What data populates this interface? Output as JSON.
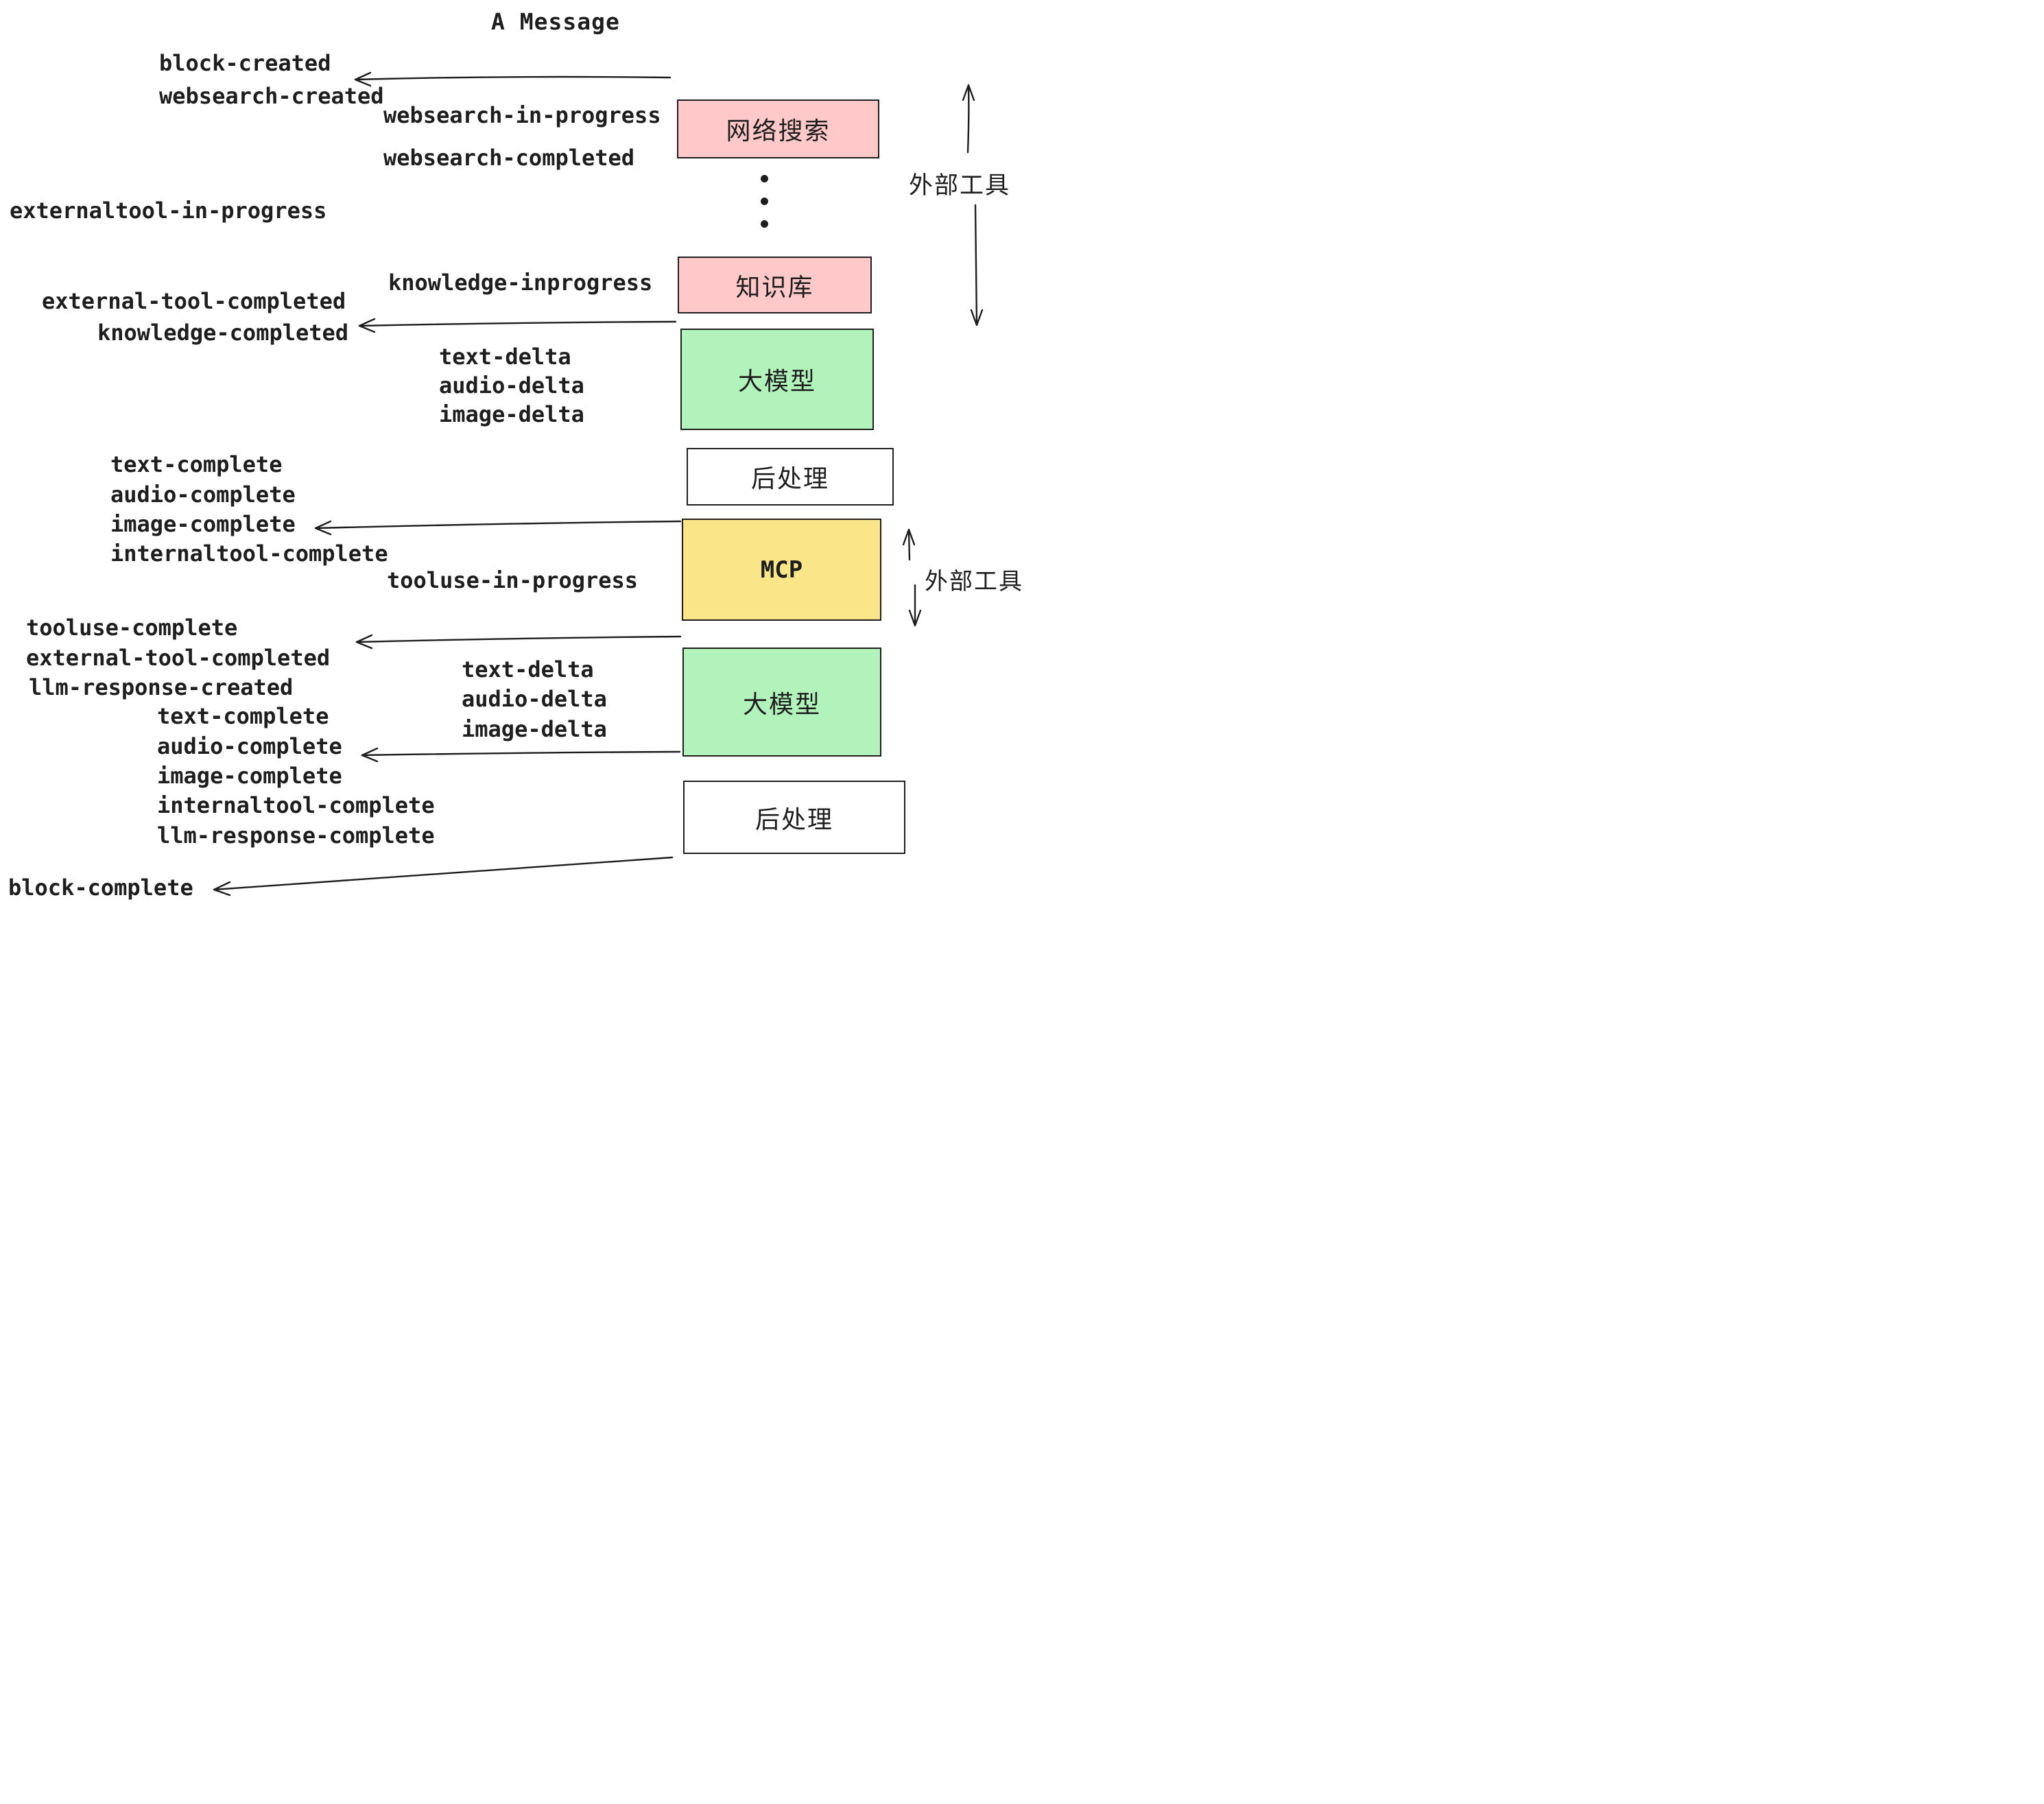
{
  "title": "A Message",
  "boxes": [
    {
      "id": "websearch",
      "label": "网络搜索",
      "color": "#ffc9c9"
    },
    {
      "id": "knowledge",
      "label": "知识库",
      "color": "#ffc9c9"
    },
    {
      "id": "llm-1",
      "label": "大模型",
      "color": "#b2f2bb"
    },
    {
      "id": "postprocess-1",
      "label": "后处理",
      "color": "#ffffff"
    },
    {
      "id": "mcp",
      "label": "MCP",
      "color": "#fae589"
    },
    {
      "id": "llm-2",
      "label": "大模型",
      "color": "#b2f2bb"
    },
    {
      "id": "postprocess-2",
      "label": "后处理",
      "color": "#ffffff"
    }
  ],
  "events": [
    {
      "label": "block-created"
    },
    {
      "label": "websearch-created"
    },
    {
      "label": "websearch-in-progress"
    },
    {
      "label": "websearch-completed"
    },
    {
      "label": "externaltool-in-progress"
    },
    {
      "label": "knowledge-inprogress"
    },
    {
      "label": "external-tool-completed"
    },
    {
      "label": "knowledge-completed"
    },
    {
      "label": "text-delta"
    },
    {
      "label": "audio-delta"
    },
    {
      "label": "image-delta"
    },
    {
      "label": "text-complete"
    },
    {
      "label": "audio-complete"
    },
    {
      "label": "image-complete"
    },
    {
      "label": "internaltool-complete"
    },
    {
      "label": "tooluse-in-progress"
    },
    {
      "label": "tooluse-complete"
    },
    {
      "label": "external-tool-completed"
    },
    {
      "label": "llm-response-created"
    },
    {
      "label": "text-complete"
    },
    {
      "label": "audio-complete"
    },
    {
      "label": "image-complete"
    },
    {
      "label": "internaltool-complete"
    },
    {
      "label": "llm-response-complete"
    },
    {
      "label": "text-delta"
    },
    {
      "label": "audio-delta"
    },
    {
      "label": "image-delta"
    },
    {
      "label": "block-complete"
    }
  ],
  "annotations": {
    "external_tools_top": "外部工具",
    "external_tools_mcp": "外部工具",
    "ellipsis_icon": "vertical-ellipsis"
  },
  "colors": {
    "background": "#ffffff",
    "stroke": "#1e1e1e",
    "box_pink": "#ffc9c9",
    "box_green": "#b2f2bb",
    "box_yellow": "#fae589",
    "box_white": "#ffffff"
  }
}
